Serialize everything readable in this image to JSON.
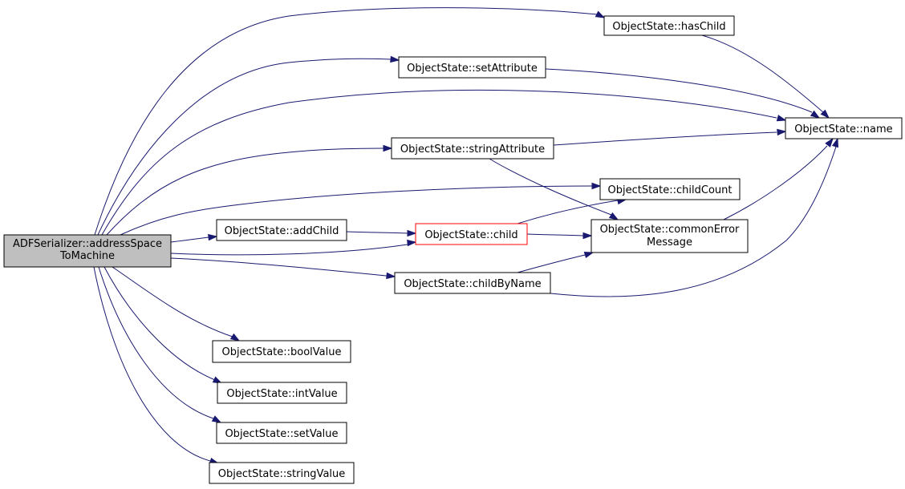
{
  "graph": {
    "nodes": {
      "root": {
        "lines": [
          "ADFSerializer::addressSpace",
          "ToMachine"
        ]
      },
      "hasChild": {
        "lines": [
          "ObjectState::hasChild"
        ]
      },
      "setAttribute": {
        "lines": [
          "ObjectState::setAttribute"
        ]
      },
      "name": {
        "lines": [
          "ObjectState::name"
        ]
      },
      "stringAttribute": {
        "lines": [
          "ObjectState::stringAttribute"
        ]
      },
      "childCount": {
        "lines": [
          "ObjectState::childCount"
        ]
      },
      "addChild": {
        "lines": [
          "ObjectState::addChild"
        ]
      },
      "child": {
        "lines": [
          "ObjectState::child"
        ]
      },
      "commonErrorMessage": {
        "lines": [
          "ObjectState::commonError",
          "Message"
        ]
      },
      "childByName": {
        "lines": [
          "ObjectState::childByName"
        ]
      },
      "boolValue": {
        "lines": [
          "ObjectState::boolValue"
        ]
      },
      "intValue": {
        "lines": [
          "ObjectState::intValue"
        ]
      },
      "setValue": {
        "lines": [
          "ObjectState::setValue"
        ]
      },
      "stringValue": {
        "lines": [
          "ObjectState::stringValue"
        ]
      }
    },
    "edges": [
      [
        "root",
        "hasChild"
      ],
      [
        "root",
        "setAttribute"
      ],
      [
        "root",
        "name"
      ],
      [
        "root",
        "stringAttribute"
      ],
      [
        "root",
        "childCount"
      ],
      [
        "root",
        "addChild"
      ],
      [
        "root",
        "child"
      ],
      [
        "root",
        "childByName"
      ],
      [
        "root",
        "boolValue"
      ],
      [
        "root",
        "intValue"
      ],
      [
        "root",
        "setValue"
      ],
      [
        "root",
        "stringValue"
      ],
      [
        "hasChild",
        "name"
      ],
      [
        "setAttribute",
        "name"
      ],
      [
        "stringAttribute",
        "name"
      ],
      [
        "stringAttribute",
        "commonErrorMessage"
      ],
      [
        "addChild",
        "child"
      ],
      [
        "child",
        "childCount"
      ],
      [
        "child",
        "commonErrorMessage"
      ],
      [
        "childByName",
        "commonErrorMessage"
      ],
      [
        "childByName",
        "name"
      ],
      [
        "commonErrorMessage",
        "name"
      ]
    ],
    "colors": {
      "edge": "#191970",
      "root_fill": "#bfbfbf",
      "highlight_border": "#ff0000"
    }
  }
}
